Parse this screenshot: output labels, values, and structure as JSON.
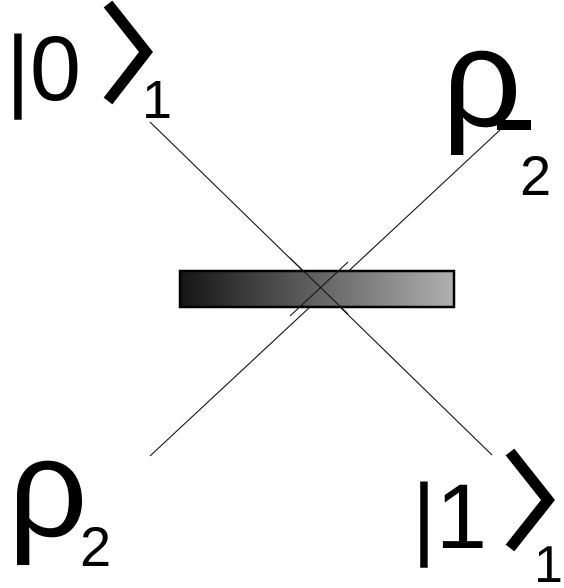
{
  "inputs": {
    "top_left": {
      "main": "|0",
      "subscript": "1"
    },
    "bottom_left": {
      "main": "ρ",
      "subscript": "2"
    }
  },
  "outputs": {
    "top_right": {
      "main": "ρ",
      "subscript": "2"
    },
    "bottom_right": {
      "main": "|1",
      "subscript": "1"
    }
  },
  "beam_splitter": {
    "gradient_dark": "#151515",
    "gradient_light": "#b0b0b0",
    "border": "#000000"
  }
}
